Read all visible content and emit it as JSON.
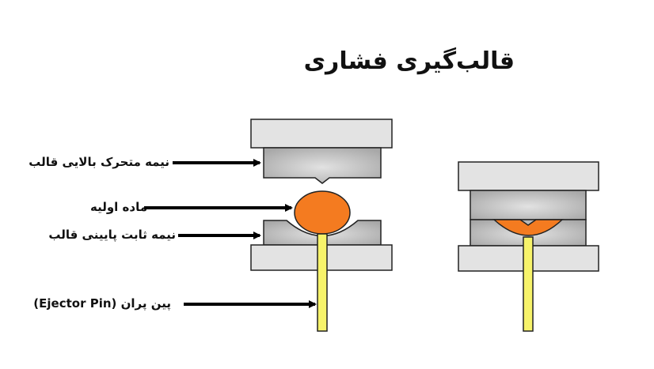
{
  "title": "قالب‌گیری فشاری",
  "labels": {
    "upper_moving_half": "نیمه متحرک بالایی قالب",
    "raw_material": "ماده اولیه",
    "lower_fixed_half": "نیمه ثابت پایینی قالب",
    "ejector_pin": "پین پران (Ejector Pin)"
  },
  "colors": {
    "plate": "#e3e3e3",
    "mold": "#b3b3b3",
    "material": "#f47b20",
    "pin": "#f7f36a",
    "arrow": "#000000",
    "outline": "#222222"
  }
}
